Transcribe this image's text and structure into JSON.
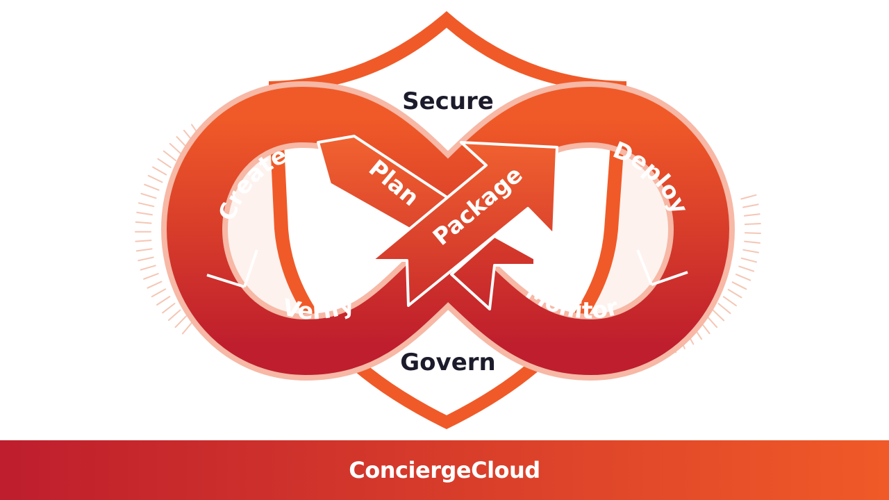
{
  "colors": {
    "accent": "#f05a28",
    "accent_dark": "#be1e2d",
    "ring_halo": "#f7b8a6",
    "glow": "#fdf1ed",
    "tick": "#f5c6b4",
    "text_dark": "#1b1b2b",
    "text_light": "#ffffff"
  },
  "shield": {
    "top_label": "Secure",
    "bottom_label": "Govern"
  },
  "stages": {
    "create": "Create",
    "plan": "Plan",
    "package": "Package",
    "deploy": "Deploy",
    "monitor": "Monitor",
    "verify": "Verify"
  },
  "footer": {
    "brand": "ConciergeCloud"
  }
}
